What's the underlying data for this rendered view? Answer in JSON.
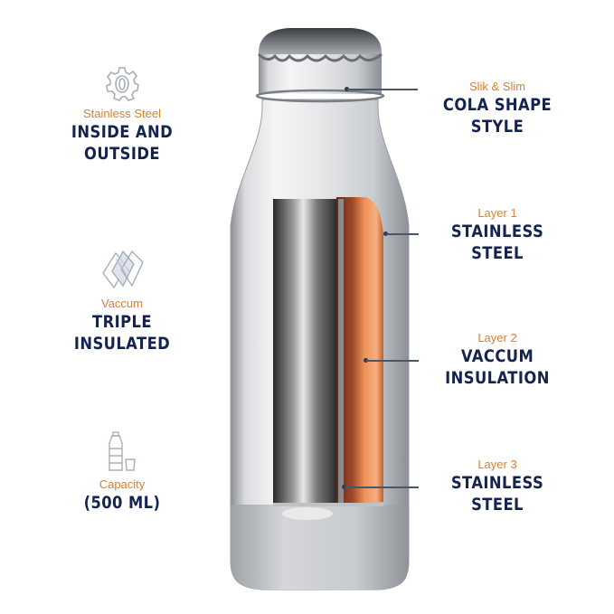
{
  "left_features": [
    {
      "icon": "gear-icon",
      "subtitle": "Stainless Steel",
      "title_line1": "INSIDE AND",
      "title_line2": "OUTSIDE"
    },
    {
      "icon": "layers-icon",
      "subtitle": "Vaccum",
      "title_line1": "TRIPLE",
      "title_line2": "INSULATED"
    },
    {
      "icon": "bottle-glass-icon",
      "subtitle": "Capacity",
      "title_line1": "(500 ML)",
      "title_line2": ""
    }
  ],
  "right_callouts": [
    {
      "subtitle": "Slik & Slim",
      "title_line1": "COLA SHAPE",
      "title_line2": "STYLE"
    },
    {
      "subtitle": "Layer 1",
      "title_line1": "STAINLESS",
      "title_line2": "STEEL"
    },
    {
      "subtitle": "Layer 2",
      "title_line1": "VACCUM",
      "title_line2": "INSULATION"
    },
    {
      "subtitle": "Layer 3",
      "title_line1": "STAINLESS",
      "title_line2": "STEEL"
    }
  ],
  "colors": {
    "accent_orange": "#d9802e",
    "navy": "#15244f",
    "copper": "#e07a3a"
  }
}
